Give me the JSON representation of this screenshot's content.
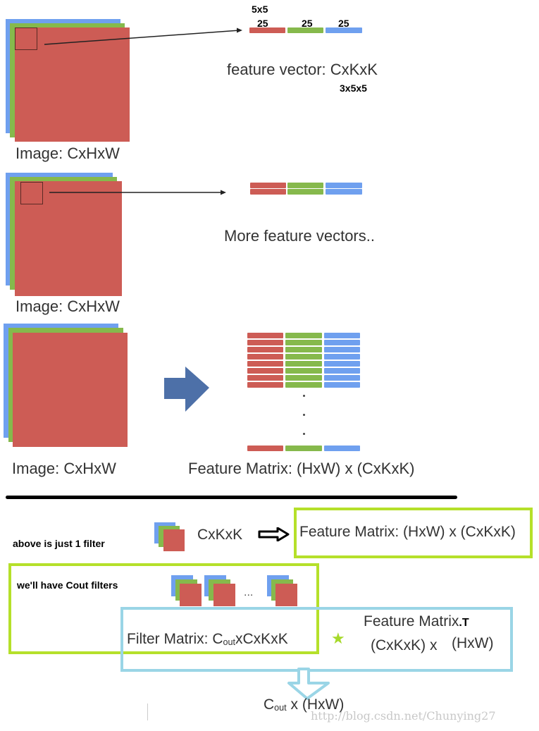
{
  "colors": {
    "channel_red": "#cd5c55",
    "channel_green": "#86b94c",
    "channel_blue": "#6fa0ef",
    "highlight_lime": "#b5e02a",
    "highlight_cyan": "#9ad5e6",
    "arrow_blue": "#4d70a8"
  },
  "panel1": {
    "image_label": "Image: CxHxW",
    "kernel_size_label": "5x5",
    "segment_counts": [
      "25",
      "25",
      "25"
    ],
    "vector_label": "feature vector: CxKxK",
    "vector_dims": "3x5x5"
  },
  "panel2": {
    "image_label": "Image: CxHxW",
    "vectors_label": "More feature vectors.."
  },
  "panel3": {
    "image_label": "Image: CxHxW",
    "matrix_label": "Feature Matrix: (HxW) x (CxKxK)",
    "visible_rows": 8
  },
  "summary": {
    "one_filter_note": "above is just 1 filter",
    "filter_shape": "CxKxK",
    "feature_matrix_label": "Feature Matrix: (HxW) x (CxKxK)",
    "cout_filters_note": "we'll have  Cout filters",
    "ellipsis": "...",
    "filter_matrix_prefix": "Filter  Matrix: C",
    "filter_matrix_sub": "out",
    "filter_matrix_suffix": "xCxKxK",
    "transposed_title": "Feature Matrix",
    "transpose_mark": ".T",
    "transposed_dims_left": "(CxKxK) x",
    "transposed_dims_right": "(HxW)",
    "multiply_symbol": "★",
    "result_prefix": "C",
    "result_sub": "out",
    "result_suffix": " x (HxW)",
    "watermark": "http://blog.csdn.net/Chunying27"
  }
}
